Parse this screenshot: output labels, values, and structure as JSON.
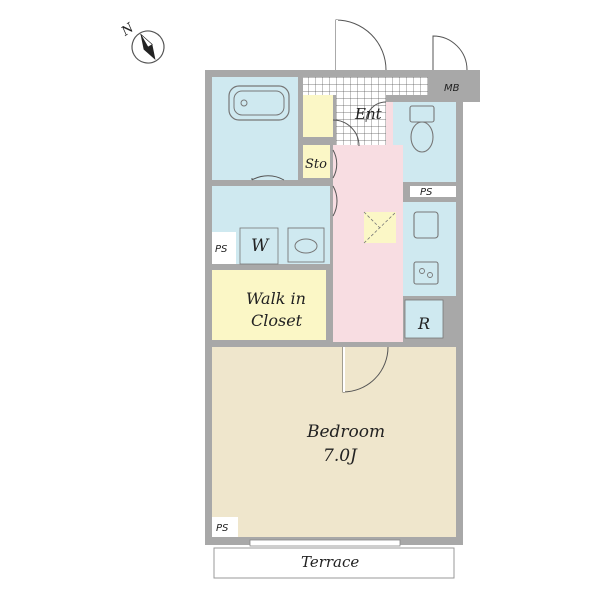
{
  "compass": {
    "label": "N",
    "icon": "north-arrow-icon"
  },
  "rooms": {
    "entrance": "Ent",
    "storage": "Sto",
    "washer": "W",
    "walk_in_closet_line1": "Walk in",
    "walk_in_closet_line2": "Closet",
    "bedroom_name": "Bedroom",
    "bedroom_size": "7.0J",
    "refrigerator": "R",
    "meter_box": "MB",
    "pipe_space": "PS",
    "terrace": "Terrace"
  },
  "colors": {
    "wall": "#a8a8a8",
    "bath": "#cfe9f0",
    "toilet": "#cfe9f0",
    "wash": "#cfe9f0",
    "kitchen": "#cfe9f0",
    "corridor": "#f8dde2",
    "storage": "#fbf7c6",
    "closet": "#fbf7c6",
    "bedroom": "#efe6cc",
    "entrance_tile": "#ffffff"
  }
}
